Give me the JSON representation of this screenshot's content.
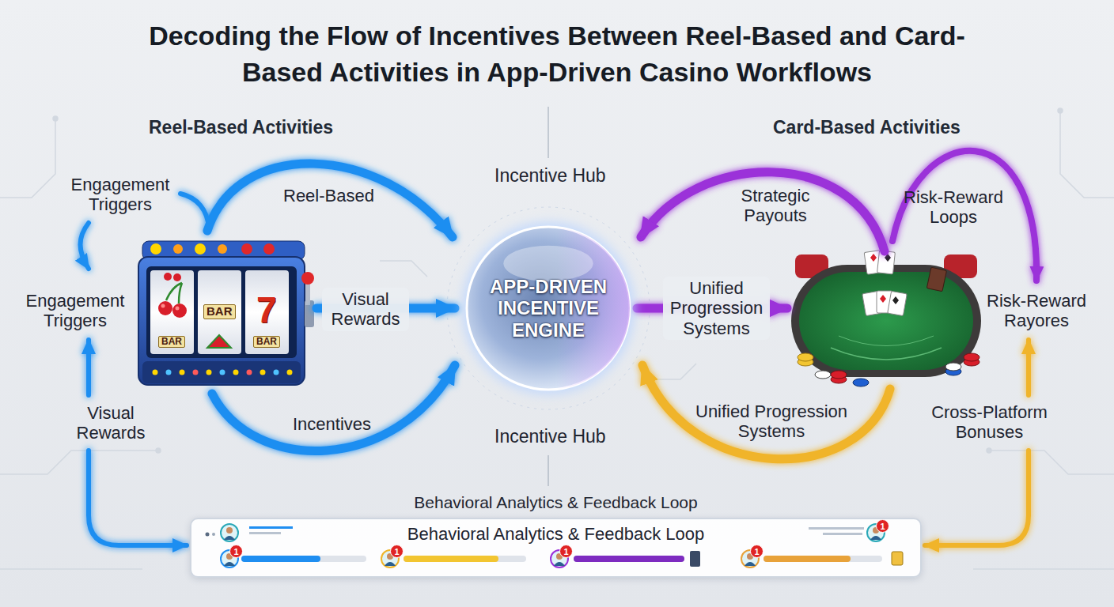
{
  "diagram": {
    "title": "Decoding the Flow of Incentives Between Reel-Based and Card-Based Activities in App-Driven Casino Workflows",
    "nodes": [
      {
        "text": [
          "APP-DRIVEN INCENTIVE ENGINE"
        ]
      },
      {
        "text": [
          "Behavioral Analytics & Feedback Loop",
          "Behavioral Analytics & Feedback Loop"
        ]
      }
    ],
    "labels": [
      "Reel-Based Activities",
      "Card-Based Activities",
      "Incentive Hub",
      "Engagement Triggers",
      "Reel-Based",
      "Strategic Payouts",
      "Risk-Reward Loops",
      "Engagement Triggers",
      "Visual Rewards",
      "Unified Progression Systems",
      "Risk-Reward Rayores",
      "BAR",
      "7",
      "BAR",
      "BAR",
      "Visual Rewards",
      "Incentives",
      "Unified Progression Systems",
      "Cross-Platform Bonuses",
      "Incentive Hub",
      "1",
      "1",
      "1",
      "1",
      "1"
    ]
  }
}
